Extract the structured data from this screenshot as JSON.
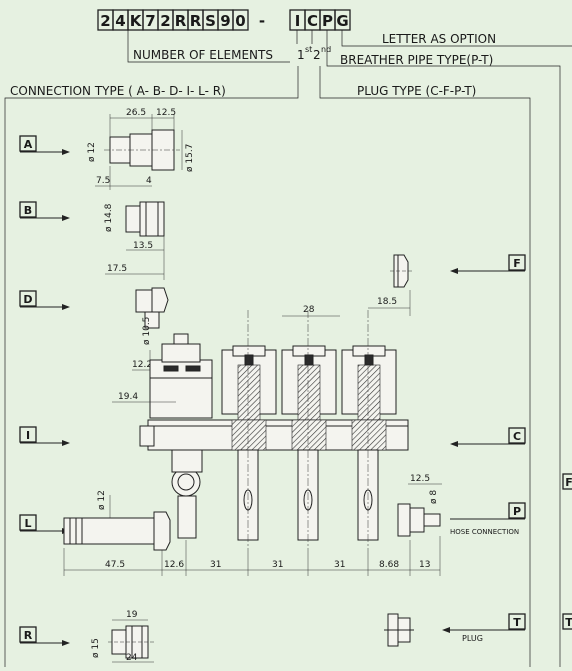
{
  "code": {
    "chars": [
      "2",
      "4",
      "K",
      "7",
      "2",
      "R",
      "R",
      "S",
      "9",
      "0",
      "-",
      "I",
      "C",
      "P",
      "G"
    ]
  },
  "callouts": {
    "letter_option": "LETTER AS OPTION",
    "number_elements": "NUMBER OF ELEMENTS",
    "first": "1",
    "first_sup": "st",
    "second": "2",
    "second_sup": "nd",
    "breather": "BREATHER PIPE TYPE(P-T)",
    "connection_type": "CONNECTION TYPE ( A- B- D- I- L- R)",
    "plug_type": "PLUG TYPE (C-F-P-T)"
  },
  "left_labels": [
    "A",
    "B",
    "D",
    "I",
    "L",
    "R"
  ],
  "right_labels": [
    "F",
    "C",
    "P",
    "T"
  ],
  "edge_labels": [
    "F",
    "T"
  ],
  "notes": {
    "hose": "HOSE CONNECTION",
    "plug": "PLUG"
  },
  "dims": {
    "a_len": "26.5",
    "a_hex": "12.5",
    "a_d1": "ø 12",
    "a_d2": "ø 15.7",
    "a_7_5": "7.5",
    "a_4": "4",
    "b_d": "ø 14.8",
    "b_13_5": "13.5",
    "b_17_5": "17.5",
    "d_d": "ø 10.5",
    "d_12_2": "12.2",
    "v_19_4": "19.4",
    "pitch": "28",
    "f_18_5": "18.5",
    "p_12_5": "12.5",
    "p_d8": "ø 8",
    "l_d12": "ø 12",
    "b1": "47.5",
    "b2": "12.6",
    "b3": "31",
    "b4": "31",
    "b5": "31",
    "b6": "8.68",
    "b7": "13",
    "r_19": "19",
    "r_d15": "ø 15",
    "r_24": "24"
  }
}
